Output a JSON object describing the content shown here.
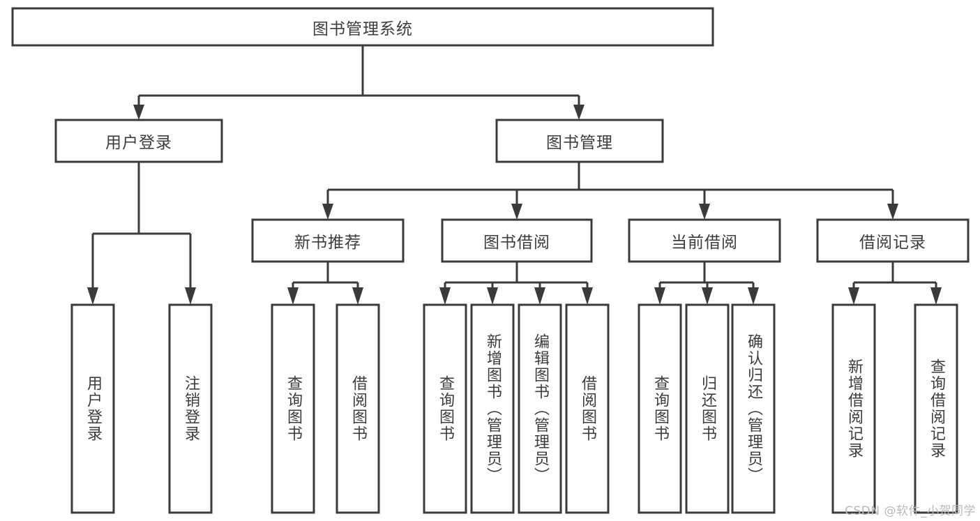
{
  "diagram": {
    "title": "图书管理系统",
    "type": "tree-hierarchy",
    "root": {
      "label": "图书管理系统"
    },
    "level1": [
      {
        "label": "用户登录"
      },
      {
        "label": "图书管理"
      }
    ],
    "level2": [
      {
        "label": "新书推荐",
        "parent": "图书管理"
      },
      {
        "label": "图书借阅",
        "parent": "图书管理"
      },
      {
        "label": "当前借阅",
        "parent": "图书管理"
      },
      {
        "label": "借阅记录",
        "parent": "图书管理"
      }
    ],
    "leaves": {
      "user_login": [
        {
          "label": "用户登录"
        },
        {
          "label": "注销登录"
        }
      ],
      "new_book_recommend": [
        {
          "label": "查询图书"
        },
        {
          "label": "借阅图书"
        }
      ],
      "book_borrow": [
        {
          "label": "查询图书"
        },
        {
          "label": "新增图书（管理员）"
        },
        {
          "label": "编辑图书（管理员）"
        },
        {
          "label": "借阅图书"
        }
      ],
      "current_borrow": [
        {
          "label": "查询图书"
        },
        {
          "label": "归还图书"
        },
        {
          "label": "确认归还（管理员）"
        }
      ],
      "borrow_record": [
        {
          "label": "新增借阅记录"
        },
        {
          "label": "查询借阅记录"
        }
      ]
    }
  },
  "watermark": {
    "text": "CSDN @软件_小贺同学"
  },
  "colors": {
    "stroke": "#3a3a3a",
    "text": "#3c3c3c",
    "background": "#ffffff",
    "watermark": "#b9b9b9"
  }
}
